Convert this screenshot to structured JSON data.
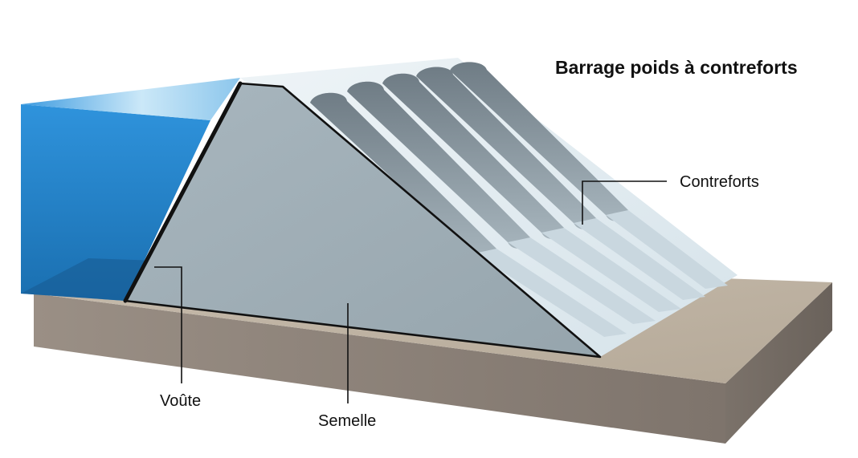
{
  "diagram": {
    "title": "Barrage poids à contreforts",
    "labels": {
      "contreforts": "Contreforts",
      "voute": "Voûte",
      "semelle": "Semelle"
    },
    "colors": {
      "water": "#2a8fd6",
      "water_highlight": "#b8dff5",
      "dam_face": "#a3b1b9",
      "buttress_light": "#e3edf3",
      "buttress_shadow": "#7d8a93",
      "ground_top": "#bdb1a1",
      "ground_side": "#8a8078",
      "outline": "#111111"
    }
  }
}
